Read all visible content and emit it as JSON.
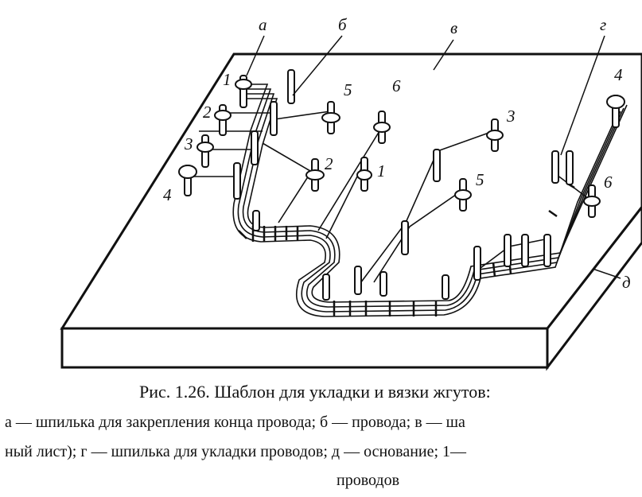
{
  "figure": {
    "labels": {
      "a": "а",
      "b": "б",
      "v": "в",
      "g": "г",
      "d": "д"
    },
    "numbers": {
      "left_1": "1",
      "left_2": "2",
      "left_3": "3",
      "left_4": "4",
      "mid_5": "5",
      "mid_2": "2",
      "mid_6": "6",
      "mid_1": "1",
      "right_3": "3",
      "right_5": "5",
      "far_4": "4",
      "far_6": "6"
    }
  },
  "caption": {
    "title": "Рис. 1.26. Шаблон для укладки и вязки жгутов:",
    "line1": "а — шпилька для закрепления конца провода; б — провода; в — ша",
    "line2": "ный лист); г — шпилька для укладки проводов; д — основание; 1—",
    "line3": "проводов"
  }
}
